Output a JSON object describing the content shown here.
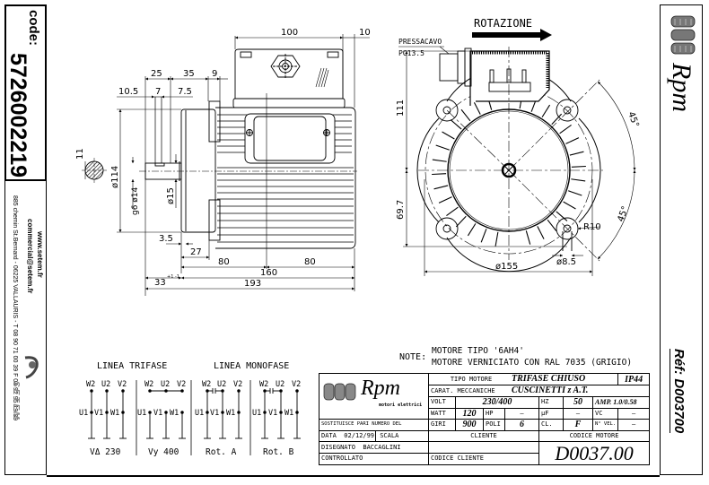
{
  "left_strip": {
    "code_label": "code:",
    "code_value": "5726002219",
    "website": "www.setem.fr",
    "email": "commercial@setem.fr",
    "address": "885 chemin St.Bernard - 06225 VALLAURIS - T 08 90 71 00 39  F 04 92 95 19 39",
    "brand_logo": "SETEM"
  },
  "right_strip": {
    "brand_logo": "Rpm",
    "reference": "Réf: D003700"
  },
  "side_view": {
    "dims": {
      "d100": "100",
      "d10": "10",
      "d25": "25",
      "d35": "35",
      "d9": "9",
      "d10_5": "10.5",
      "d7": "7",
      "d7_5": "7.5",
      "d11": "11",
      "d114": "ø114",
      "d14": "g6 ø14",
      "d15": "ø15",
      "d3_5": "3.5",
      "d27": "27",
      "d80a": "80",
      "d80b": "80",
      "d33": "33",
      "d33_tol": "+1 -1",
      "d160": "160",
      "d193": "193"
    }
  },
  "front_view": {
    "rotation_label": "ROTAZIONE",
    "cable_gland_label": "PRESSACAVO",
    "cable_gland_size": "PG13.5",
    "dims": {
      "d111": "111",
      "d69_7": "69.7",
      "d155": "ø155",
      "d8_5": "ø8.5",
      "r10": "R10",
      "angle1": "45°",
      "angle2": "45°"
    }
  },
  "wiring": {
    "title_three_phase": "LINEA TRIFASE",
    "title_single_phase": "LINEA MONOFASE",
    "diagrams": [
      {
        "top": [
          "W2",
          "U2",
          "V2"
        ],
        "mid": [
          "U1",
          "V1",
          "W1"
        ],
        "caption": "VΔ 230"
      },
      {
        "top": [
          "W2",
          "U2",
          "V2"
        ],
        "mid": [
          "U1",
          "V1",
          "W1"
        ],
        "caption": "Vy 400"
      },
      {
        "top": [
          "W2",
          "U2",
          "V2"
        ],
        "mid": [
          "U1",
          "V1",
          "W1"
        ],
        "caption": "Rot. A"
      },
      {
        "top": [
          "W2",
          "U2",
          "V2"
        ],
        "mid": [
          "U1",
          "V1",
          "W1"
        ],
        "caption": "Rot. B"
      }
    ]
  },
  "notes": {
    "label": "NOTE:",
    "line1": "MOTORE TIPO '6AH4'",
    "line2": "MOTORE VERNICIATO CON RAL 7035 (GRIGIO)"
  },
  "title_block": {
    "logo_text": "Rpm",
    "logo_sub": "motori elettrici",
    "tipo_motore_label": "TIPO MOTORE",
    "tipo_motore": "TRIFASE CHIUSO",
    "ip": "IP44",
    "carat_label": "CARAT. MECCANICHE",
    "carat": "CUSCINETTI z A.T.",
    "volt_label": "VOLT",
    "volt": "230/400",
    "hz_label": "HZ",
    "hz": "50",
    "amp": "AMP. 1.0/0.58",
    "watt_label": "WATT",
    "watt": "120",
    "hp_label": "HP",
    "hp": "—",
    "uf_label": "µF",
    "uf": "—",
    "vc_label": "VC",
    "vc": "—",
    "giri_label": "GIRI",
    "giri": "900",
    "poli_label": "POLI",
    "poli": "6",
    "cl_label": "CL.",
    "cl": "F",
    "vel_label": "N° VEL.",
    "vel": "—",
    "sostituisce": "SOSTITUISCE PARI NUMERO DEL",
    "data_label": "DATA",
    "data": "02/12/99",
    "scala_label": "SCALA",
    "disegnato_label": "DISEGNATO",
    "disegnato": "BACCAGLINI",
    "controllato_label": "CONTROLLATO",
    "cliente_label": "CLIENTE",
    "codice_cliente_label": "CODICE CLIENTE",
    "codice_motore_label": "CODICE MOTORE",
    "codice_motore": "D0037.00"
  }
}
